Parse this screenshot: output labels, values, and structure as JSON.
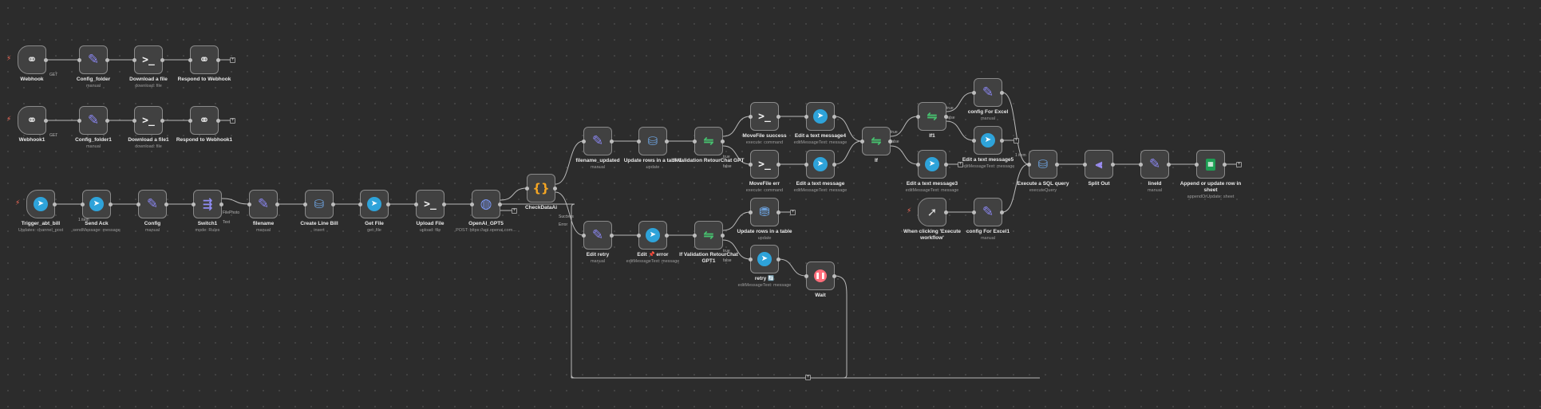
{
  "canvas": {
    "background": "#2c2c2c"
  },
  "nodes": [
    {
      "id": "webhook",
      "label": "Webhook",
      "sub": "",
      "icon": "webhook-icon",
      "trigger": true
    },
    {
      "id": "config_folder",
      "label": "Config_folder",
      "sub": "manual",
      "icon": "pen-icon"
    },
    {
      "id": "download_file",
      "label": "Download a file",
      "sub": "download: file",
      "icon": "terminal-icon"
    },
    {
      "id": "respond_webhook",
      "label": "Respond to Webhook",
      "sub": "",
      "icon": "webhook-icon"
    },
    {
      "id": "webhook1",
      "label": "Webhook1",
      "sub": "",
      "icon": "webhook-icon",
      "trigger": true
    },
    {
      "id": "config_folder1",
      "label": "Config_folder1",
      "sub": "manual",
      "icon": "pen-icon"
    },
    {
      "id": "download_file1",
      "label": "Download a file1",
      "sub": "download: file",
      "icon": "terminal-icon"
    },
    {
      "id": "respond_webhook1",
      "label": "Respond to Webhook1",
      "sub": "",
      "icon": "webhook-icon"
    },
    {
      "id": "trigger_abt",
      "label": "Trigger_abt_bill",
      "sub": "Updates: channel_post",
      "icon": "telegram-icon",
      "trigger": true
    },
    {
      "id": "send_ack",
      "label": "Send Ack",
      "sub": "sendMessage: message",
      "icon": "telegram-icon"
    },
    {
      "id": "config",
      "label": "Config",
      "sub": "manual",
      "icon": "pen-icon"
    },
    {
      "id": "switch1",
      "label": "Switch1",
      "sub": "mode: Rules",
      "icon": "switch-icon"
    },
    {
      "id": "filename",
      "label": "filename",
      "sub": "manual",
      "icon": "pen-icon"
    },
    {
      "id": "create_line_bill",
      "label": "Create Line Bill",
      "sub": "insert",
      "icon": "database-icon"
    },
    {
      "id": "get_file",
      "label": "Get File",
      "sub": "get: file",
      "icon": "telegram-icon"
    },
    {
      "id": "upload_file",
      "label": "Upload File",
      "sub": "upload: file",
      "icon": "terminal-icon"
    },
    {
      "id": "openai_gpt5",
      "label": "OpenAI_GPT5",
      "sub": "POST: https://api.openai.com...",
      "icon": "globe-icon"
    },
    {
      "id": "checkdataai",
      "label": "CheckDataAi",
      "sub": "",
      "icon": "code-icon"
    },
    {
      "id": "filename_updated",
      "label": "filename_updated",
      "sub": "manual",
      "icon": "pen-icon"
    },
    {
      "id": "update_rows",
      "label": "Update rows in a table1",
      "sub": "update",
      "icon": "database-icon"
    },
    {
      "id": "if_validation",
      "label": "If Validation RetourChat GPT",
      "sub": "",
      "icon": "if-icon"
    },
    {
      "id": "movefile_success",
      "label": "MoveFile success",
      "sub": "execute: command",
      "icon": "terminal-icon"
    },
    {
      "id": "movefile_err",
      "label": "MoveFile err",
      "sub": "execute: command",
      "icon": "terminal-icon"
    },
    {
      "id": "edit_text4",
      "label": "Edit a text message4",
      "sub": "editMessageText: message",
      "icon": "telegram-icon"
    },
    {
      "id": "edit_text",
      "label": "Edit a text message",
      "sub": "editMessageText: message",
      "icon": "telegram-icon"
    },
    {
      "id": "if",
      "label": "If",
      "sub": "",
      "icon": "if-icon"
    },
    {
      "id": "if1",
      "label": "If1",
      "sub": "",
      "icon": "if-icon"
    },
    {
      "id": "edit_text3",
      "label": "Edit a text message3",
      "sub": "editMessageText: message",
      "icon": "telegram-icon"
    },
    {
      "id": "config_excel",
      "label": "config For Excel",
      "sub": "manual",
      "icon": "pen-icon"
    },
    {
      "id": "edit_text5",
      "label": "Edit a text message5",
      "sub": "editMessageText: message",
      "icon": "telegram-icon"
    },
    {
      "id": "exec_sql",
      "label": "Execute a SQL query",
      "sub": "executeQuery",
      "icon": "database-icon"
    },
    {
      "id": "split_out",
      "label": "Split Out",
      "sub": "",
      "icon": "split-icon"
    },
    {
      "id": "lineid",
      "label": "lineId",
      "sub": "manual",
      "icon": "pen-icon"
    },
    {
      "id": "append_sheet",
      "label": "Append or update row in sheet",
      "sub": "appendOrUpdate: sheet",
      "icon": "sheets-icon"
    },
    {
      "id": "manual_trigger",
      "label": "When clicking 'Execute workflow'",
      "sub": "",
      "icon": "cursor-icon",
      "trigger": true
    },
    {
      "id": "config_excel1",
      "label": "config For Excel1",
      "sub": "manual",
      "icon": "pen-icon"
    },
    {
      "id": "edit_retry",
      "label": "Edit retry",
      "sub": "manual",
      "icon": "pen-icon"
    },
    {
      "id": "edit_error",
      "label": "Edit 📌 error",
      "sub": "editMessageText: message",
      "icon": "telegram-icon"
    },
    {
      "id": "if_validation1",
      "label": "If Validation RetourChat GPT1",
      "sub": "",
      "icon": "if-icon"
    },
    {
      "id": "update_rows_table",
      "label": "Update rows in a table",
      "sub": "update",
      "icon": "postgres-icon"
    },
    {
      "id": "retry",
      "label": "retry 🔄",
      "sub": "editMessageText: message",
      "icon": "telegram-icon"
    },
    {
      "id": "wait",
      "label": "Wait",
      "sub": "",
      "icon": "pause-icon"
    }
  ],
  "port_labels": {
    "get": "GET",
    "get1": "GET",
    "item": "1 item",
    "item2": "1 item",
    "file_photo": "FilePhoto",
    "text": "Text",
    "success": "Success",
    "error": "Error",
    "true": "true",
    "false": "false"
  }
}
